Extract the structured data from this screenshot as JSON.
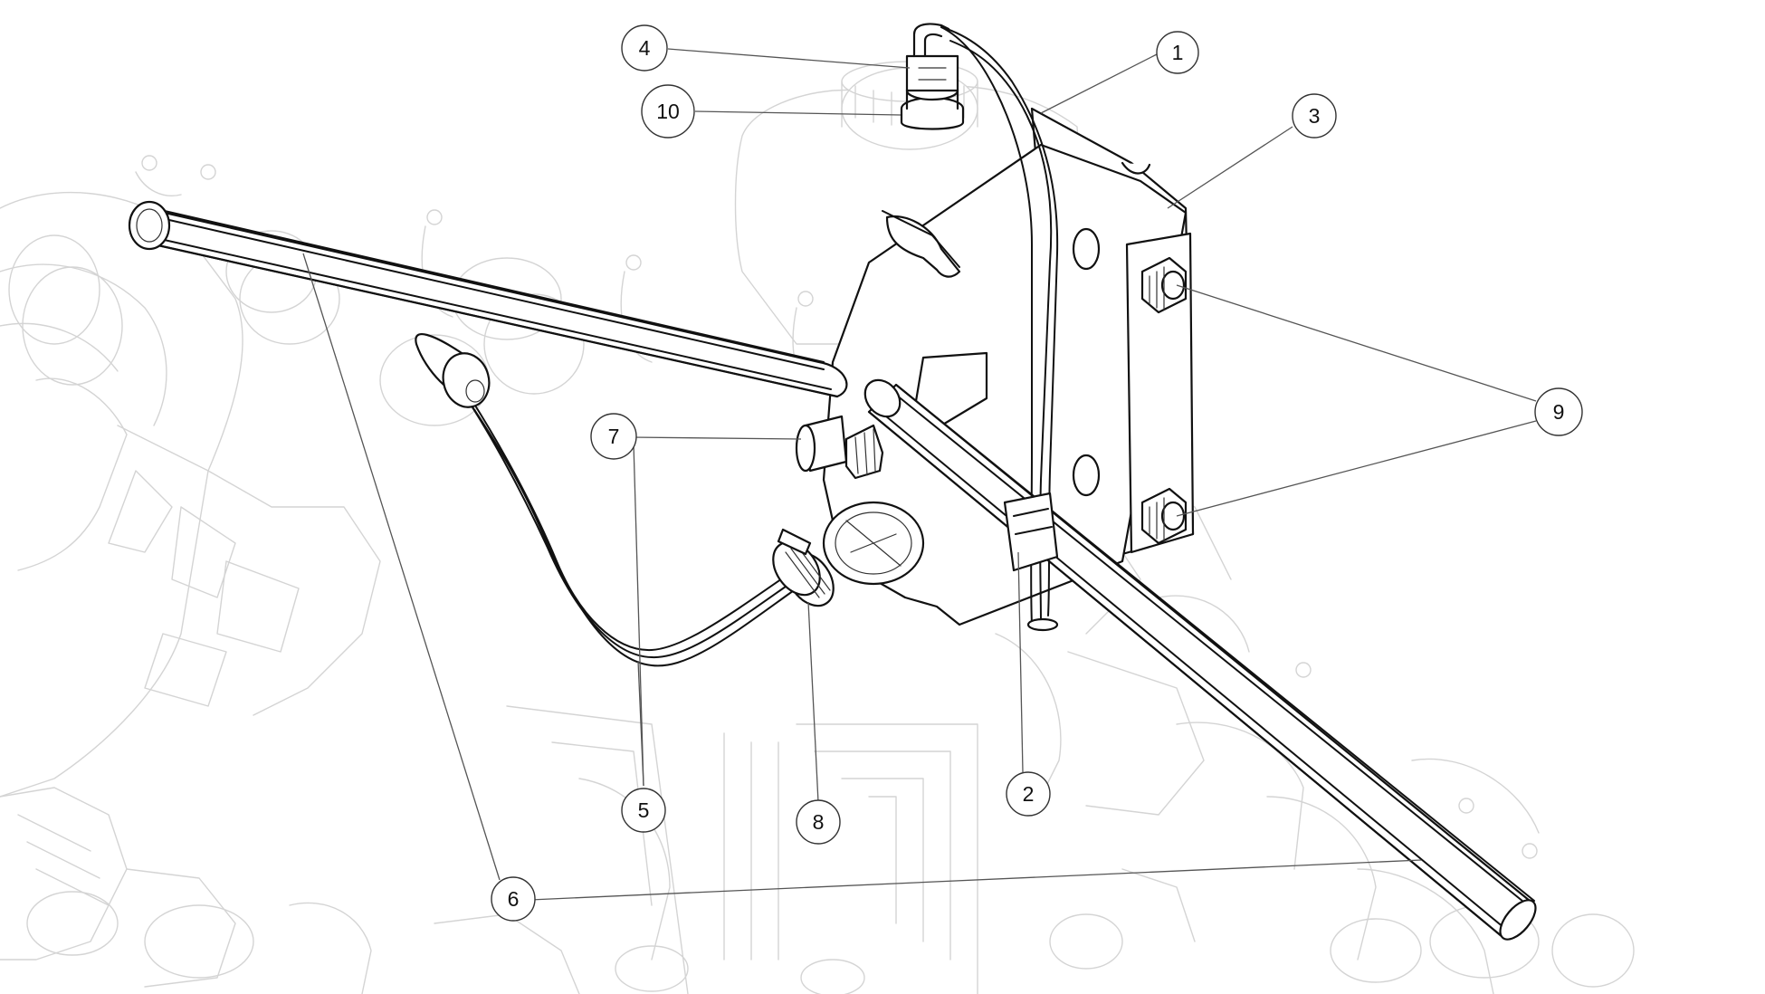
{
  "diagram": {
    "callouts": [
      {
        "id": "c1",
        "label": "1"
      },
      {
        "id": "c2",
        "label": "2"
      },
      {
        "id": "c3",
        "label": "3"
      },
      {
        "id": "c4",
        "label": "4"
      },
      {
        "id": "c5",
        "label": "5"
      },
      {
        "id": "c6",
        "label": "6"
      },
      {
        "id": "c7",
        "label": "7"
      },
      {
        "id": "c8",
        "label": "8"
      },
      {
        "id": "c9",
        "label": "9"
      },
      {
        "id": "c10",
        "label": "10"
      }
    ]
  },
  "colors": {
    "line_art": "#111111",
    "background_engine": "#d4d4d4",
    "leader": "#555555"
  }
}
